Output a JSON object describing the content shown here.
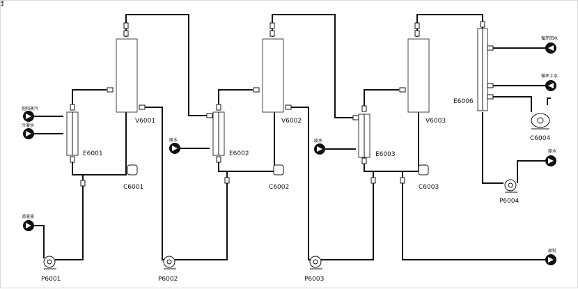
{
  "equipment": {
    "V6001": "V6001",
    "V6002": "V6002",
    "V6003": "V6003",
    "E6001": "E6001",
    "E6002": "E6002",
    "E6003": "E6003",
    "E6006": "E6006",
    "C6001": "C6001",
    "C6002": "C6002",
    "C6003": "C6003",
    "C6004": "C6004",
    "P6001": "P6001",
    "P6002": "P6002",
    "P6003": "P6003",
    "P6004": "P6004"
  },
  "streams": {
    "steam_in": "饱和蒸汽",
    "cooling_water_left": "冷凝水",
    "waste_water_2": "废水",
    "waste_water_3": "废水",
    "return_water": "循环回水",
    "supply_water": "循环上水",
    "waste_water_out": "废水",
    "feed_in": "滤液液",
    "product_out": "原料"
  },
  "colors": {
    "pipe": "#111111",
    "border": "#d8d8d8"
  }
}
